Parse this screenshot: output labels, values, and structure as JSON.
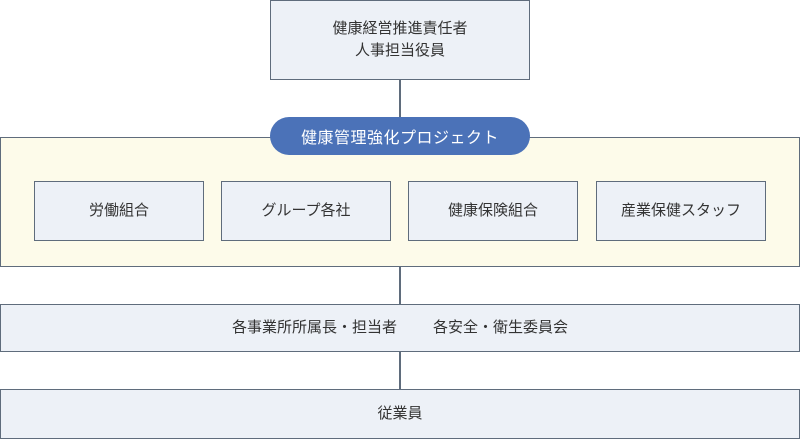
{
  "top": {
    "line1": "健康経営推進責任者",
    "line2": "人事担当役員"
  },
  "project": {
    "title": "健康管理強化プロジェクト",
    "members": [
      "労働組合",
      "グループ各社",
      "健康保険組合",
      "産業保健スタッフ"
    ]
  },
  "managers": {
    "left": "各事業所所属長・担当者",
    "right": "各安全・衛生委員会"
  },
  "employees": {
    "label": "従業員"
  },
  "colors": {
    "box_fill": "#edf1f7",
    "box_border": "#5f6c7c",
    "panel_fill": "#fdfbea",
    "pill_fill": "#4b72b8",
    "pill_text": "#ffffff"
  }
}
